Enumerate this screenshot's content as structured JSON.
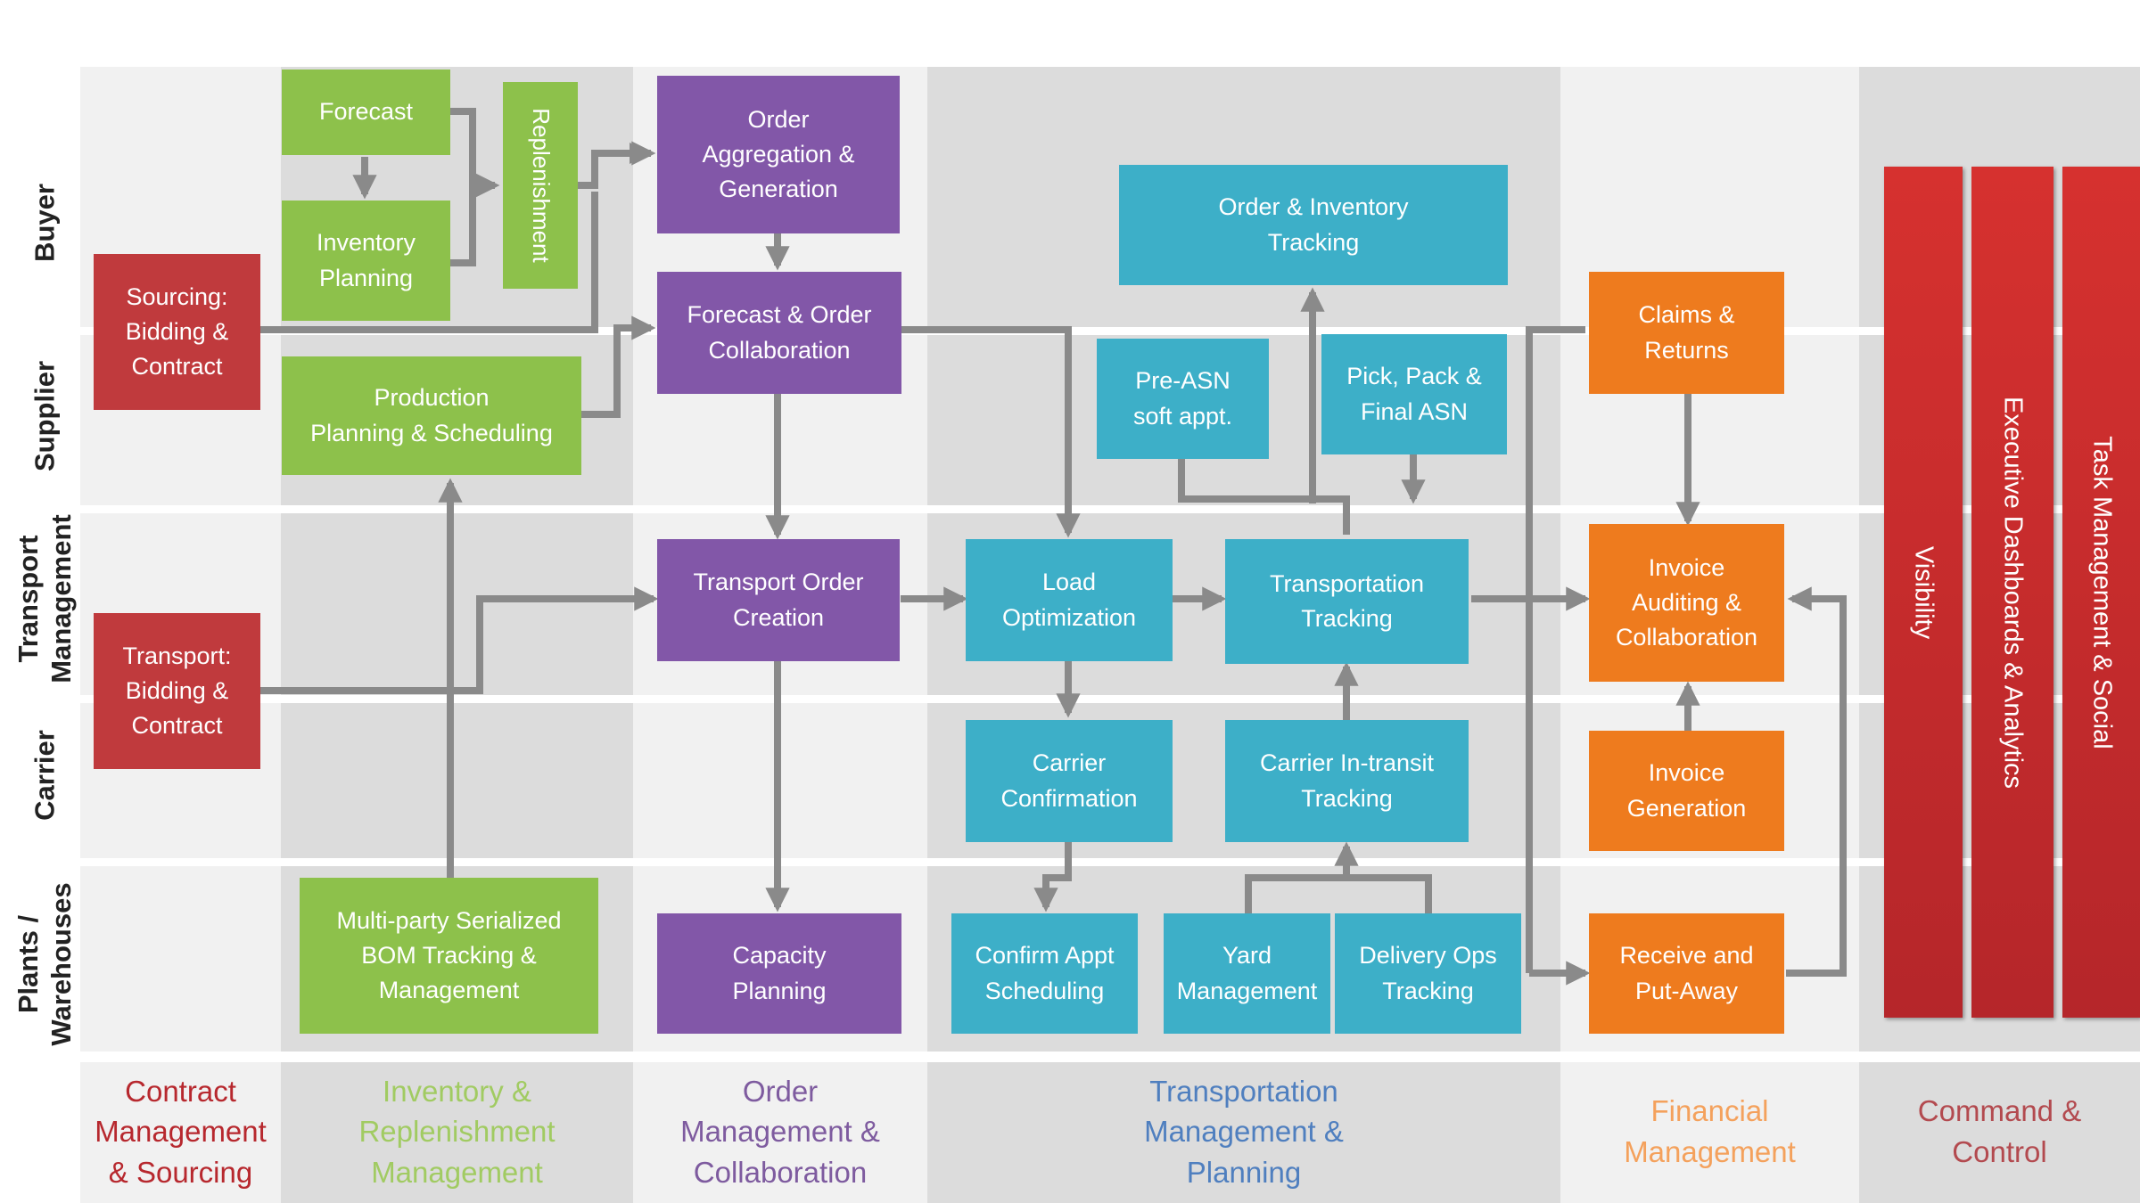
{
  "lanes": {
    "buyer": "Buyer",
    "supplier": "Supplier",
    "transport": "Transport\nManagement",
    "carrier": "Carrier",
    "plants": "Plants /\nWarehouses"
  },
  "boxes": {
    "sourcing": "Sourcing:\nBidding &\nContract",
    "transport_bidding": "Transport:\nBidding &\nContract",
    "forecast": "Forecast",
    "inventory_planning": "Inventory\nPlanning",
    "replenishment": "Replenishment",
    "production_planning": "Production\nPlanning & Scheduling",
    "bom_tracking": "Multi-party Serialized\nBOM Tracking &\nManagement",
    "order_aggregation": "Order\nAggregation &\nGeneration",
    "forecast_order_collab": "Forecast & Order\nCollaboration",
    "transport_order_creation": "Transport Order\nCreation",
    "capacity_planning": "Capacity\nPlanning",
    "order_inventory_tracking": "Order & Inventory\nTracking",
    "pre_asn": "Pre-ASN\nsoft appt.",
    "pick_pack": "Pick, Pack &\nFinal ASN",
    "load_optimization": "Load\nOptimization",
    "transportation_tracking": "Transportation\nTracking",
    "carrier_confirmation": "Carrier\nConfirmation",
    "carrier_intransit": "Carrier  In-transit\nTracking",
    "confirm_appt": "Confirm Appt\nScheduling",
    "yard_management": "Yard\nManagement",
    "delivery_ops": "Delivery Ops\nTracking",
    "claims_returns": "Claims &\nReturns",
    "invoice_auditing": "Invoice\nAuditing &\nCollaboration",
    "invoice_generation": "Invoice\nGeneration",
    "receive_putaway": "Receive and\nPut-Away"
  },
  "bars": {
    "visibility": "Visibility",
    "executive_dashboards": "Executive Dashboards & Analytics",
    "task_management": "Task Management & Social"
  },
  "captions": {
    "contract": "Contract\nManagement\n& Sourcing",
    "inventory": "Inventory &\nReplenishment\nManagement",
    "order": "Order\nManagement &\nCollaboration",
    "transportation": "Transportation\nManagement &\nPlanning",
    "financial": "Financial\nManagement",
    "command": "Command &\nControl"
  },
  "colors": {
    "green": "#8DC14B",
    "purple": "#8257A8",
    "teal": "#3DAFC8",
    "orange": "#EE7B1E",
    "red": "#C03A3D",
    "dark_red": "#BF2C2C",
    "arrow": "#8A8A8A",
    "caption_red": "#B7282E",
    "caption_green": "#A1CB62",
    "caption_purple": "#7E5B9F",
    "caption_blue": "#4F7FBF",
    "caption_orange": "#F4A15C",
    "caption_maroon": "#B34A4F"
  }
}
